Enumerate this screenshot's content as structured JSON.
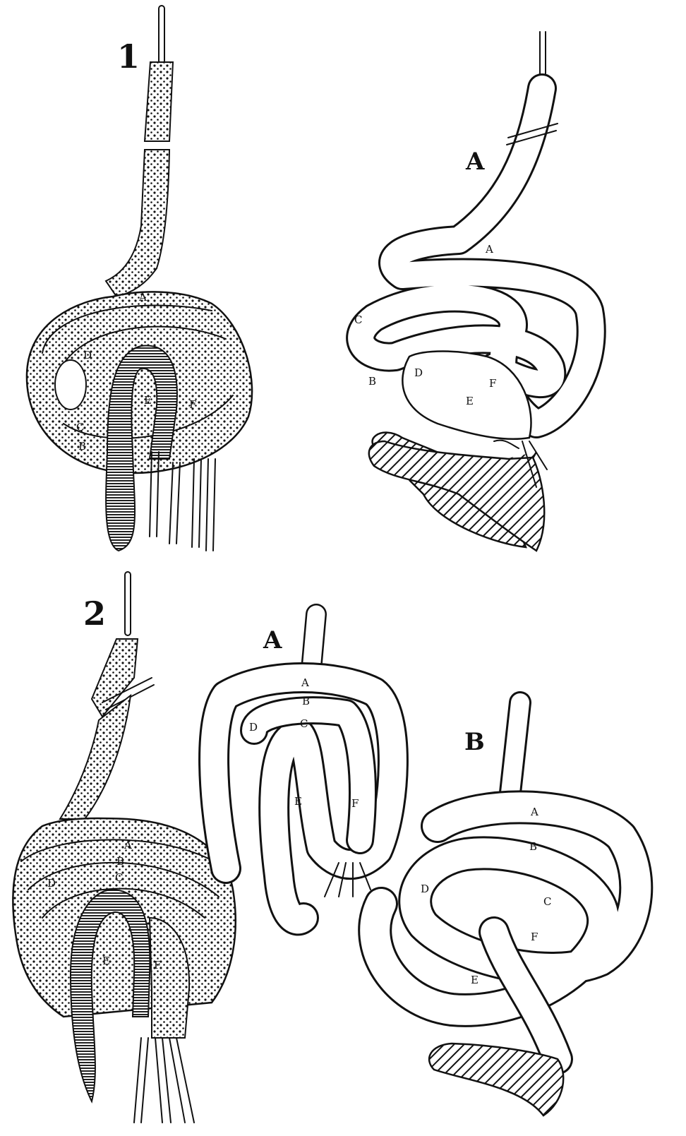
{
  "figures": [
    {
      "number": "1",
      "panels": [
        {
          "letter": "",
          "labels": [
            "A",
            "B",
            "C",
            "D",
            "E",
            "F"
          ]
        },
        {
          "letter": "A",
          "labels": [
            "A",
            "B",
            "C",
            "D",
            "E",
            "F"
          ]
        }
      ]
    },
    {
      "number": "2",
      "panels": [
        {
          "letter": "",
          "labels": [
            "A",
            "B",
            "C",
            "D",
            "E",
            "F"
          ]
        },
        {
          "letter": "A",
          "labels": [
            "A",
            "B",
            "C",
            "D",
            "E",
            "F"
          ]
        },
        {
          "letter": "B",
          "labels": [
            "A",
            "B",
            "C",
            "D",
            "E",
            "F"
          ]
        }
      ]
    }
  ],
  "colors": {
    "ink": "#111111",
    "paper": "#ffffff"
  }
}
